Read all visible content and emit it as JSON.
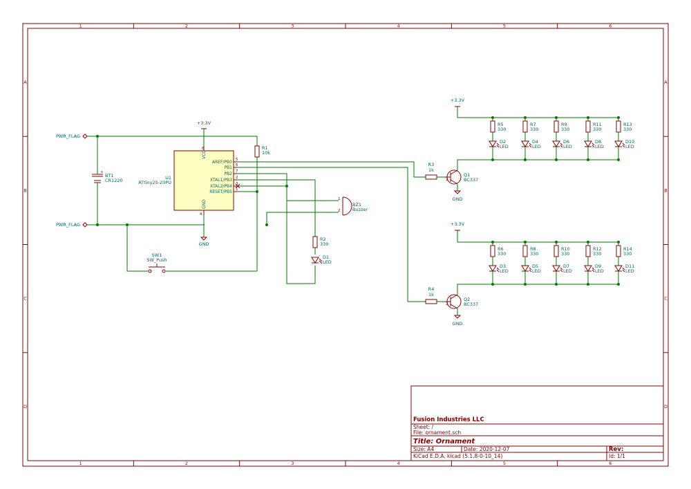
{
  "frame": {
    "col_labels": [
      "1",
      "2",
      "3",
      "4",
      "5",
      "6"
    ],
    "row_labels": [
      "A",
      "B",
      "C",
      "D"
    ]
  },
  "title_block": {
    "company": "Fusion Industries LLC",
    "sheet": "Sheet: /",
    "file": "File: ornament.sch",
    "title": "Title: Ornament",
    "size": "Size: A4",
    "date": "Date: 2020-12-07",
    "rev": "Rev:",
    "tool": "KiCad E.D.A.  kicad (5.1.8-0-10_14)",
    "id": "Id: 1/1"
  },
  "power": {
    "pwr_flag_top": "PWR_FLAG",
    "pwr_flag_bottom": "PWR_FLAG",
    "vcc_u1": "+3.3V",
    "gnd_u1": "GND",
    "vcc_top_bank": "+3.3V",
    "vcc_bottom_bank": "+3.3V",
    "gnd_q1": "GND",
    "gnd_q2": "GND"
  },
  "components": {
    "bt1": {
      "ref": "BT1",
      "value": "CR1220"
    },
    "u1": {
      "ref": "U1",
      "value": "ATtiny25-20PU",
      "pins": {
        "aref": {
          "name": "AREF/PB0",
          "num": "5"
        },
        "pb1": {
          "name": "PB1",
          "num": "6"
        },
        "pb2": {
          "name": "PB2",
          "num": "7"
        },
        "pb3": {
          "name": "XTAL1/PB3",
          "num": "2"
        },
        "pb4": {
          "name": "XTAL2/PB4",
          "num": "3"
        },
        "pb5": {
          "name": "RESET/PB5",
          "num": "1"
        },
        "vcc": {
          "name": "VCC",
          "num": "8"
        },
        "gnd": {
          "name": "GND",
          "num": "4"
        }
      }
    },
    "r1": {
      "ref": "R1",
      "value": "10k"
    },
    "r2": {
      "ref": "R2",
      "value": "330"
    },
    "d1": {
      "ref": "D1",
      "value": "LED"
    },
    "bz1": {
      "ref": "BZ1",
      "value": "Buzzer",
      "pin1": "1",
      "pin2": "2"
    },
    "sw1": {
      "ref": "SW1",
      "value": "SW_Push"
    },
    "r3": {
      "ref": "R3",
      "value": "1k"
    },
    "r4": {
      "ref": "R4",
      "value": "1k"
    },
    "q1": {
      "ref": "Q1",
      "value": "BC337",
      "pin_b": "2"
    },
    "q2": {
      "ref": "Q2",
      "value": "BC337",
      "pin_b": "2"
    },
    "top_bank": [
      {
        "r": "R5",
        "rv": "330",
        "d": "D2",
        "dv": "LED"
      },
      {
        "r": "R7",
        "rv": "330",
        "d": "D4",
        "dv": "LED"
      },
      {
        "r": "R9",
        "rv": "330",
        "d": "D6",
        "dv": "LED"
      },
      {
        "r": "R11",
        "rv": "330",
        "d": "D8",
        "dv": "LED"
      },
      {
        "r": "R13",
        "rv": "330",
        "d": "D10",
        "dv": "LED"
      }
    ],
    "bottom_bank": [
      {
        "r": "R6",
        "rv": "330",
        "d": "D3",
        "dv": "LED"
      },
      {
        "r": "R8",
        "rv": "330",
        "d": "D5",
        "dv": "LED"
      },
      {
        "r": "R10",
        "rv": "330",
        "d": "D7",
        "dv": "LED"
      },
      {
        "r": "R12",
        "rv": "330",
        "d": "D9",
        "dv": "LED"
      },
      {
        "r": "R14",
        "rv": "330",
        "d": "D11",
        "dv": "LED"
      }
    ]
  }
}
